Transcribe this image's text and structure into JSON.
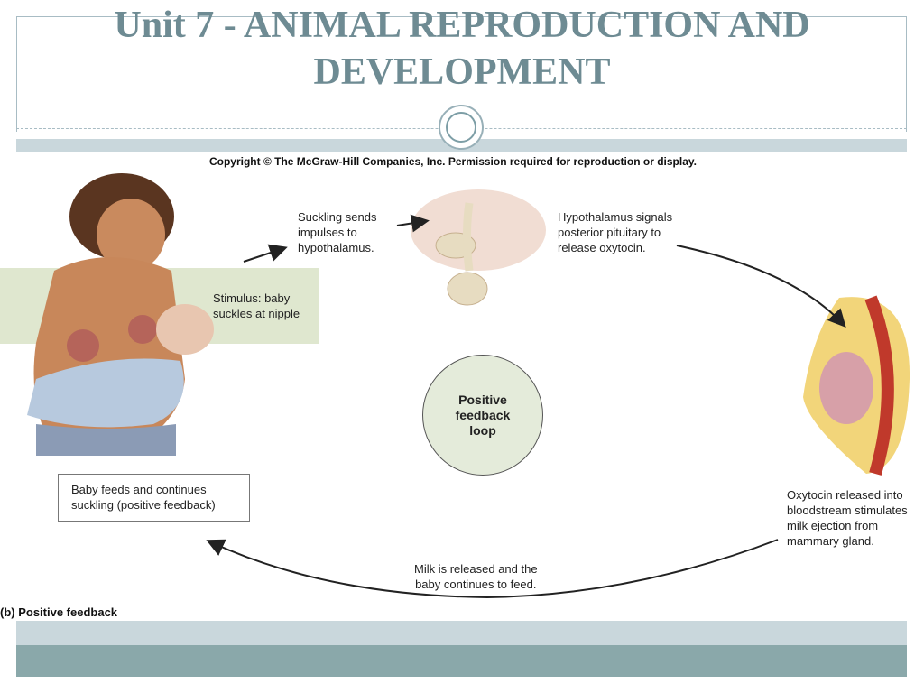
{
  "slide": {
    "title": "Unit 7 - ANIMAL REPRODUCTION AND DEVELOPMENT"
  },
  "figure": {
    "copyright": "Copyright © The McGraw-Hill Companies, Inc. Permission required for reproduction or display.",
    "labels": {
      "suckling": "Suckling sends\nimpulses to\nhypothalamus.",
      "hypothalamus": "Hypothalamus signals\nposterior pituitary to\nrelease oxytocin.",
      "stimulus": "Stimulus: baby\nsuckles at nipple",
      "center": "Positive\nfeedback\nloop",
      "oxytocin": "Oxytocin released into\nbloodstream stimulates\nmilk ejection from\nmammary gland.",
      "baby_feeds": "Baby feeds and continues\nsuckling (positive feedback)",
      "milk": "Milk is released and the\nbaby continues to feed."
    },
    "caption": "(b) Positive feedback"
  }
}
